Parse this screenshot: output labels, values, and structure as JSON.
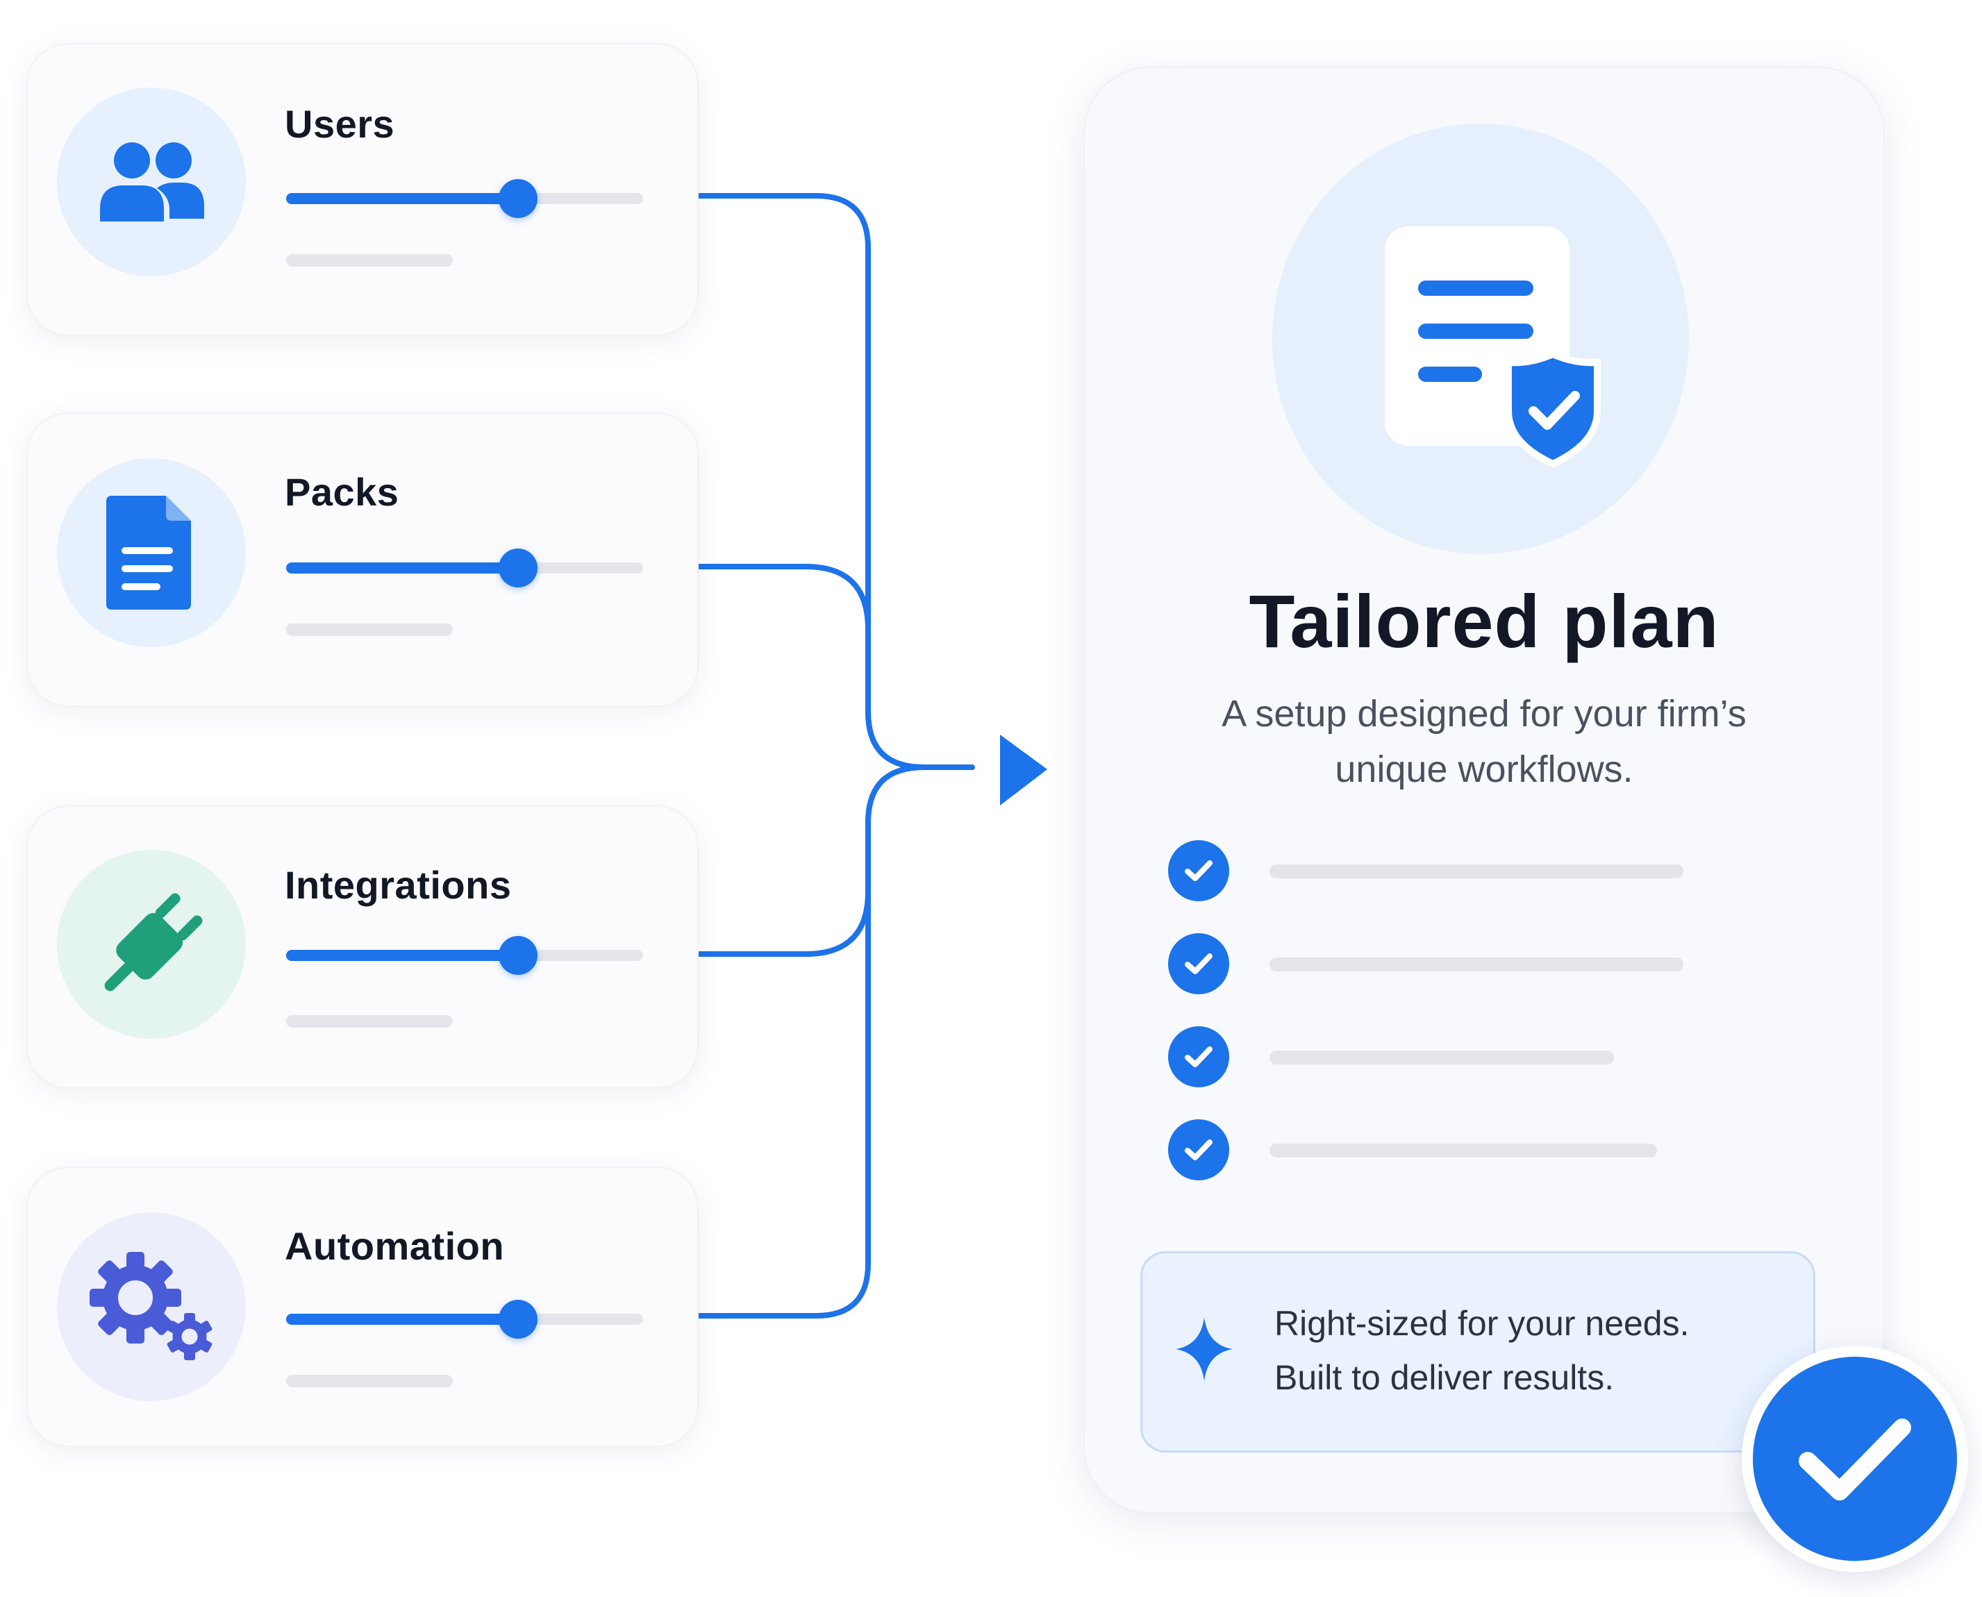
{
  "colors": {
    "accent": "#1c73ea",
    "integration_icon": "#20a07a",
    "automation_icon": "#4a5bd8",
    "title": "#121826",
    "track": "#e4e6eb"
  },
  "inputs": [
    {
      "label": "Users",
      "icon": "users-icon",
      "slider_level": 0.65
    },
    {
      "label": "Packs",
      "icon": "document-icon",
      "slider_level": 0.65
    },
    {
      "label": "Integrations",
      "icon": "plug-icon",
      "slider_level": 0.65
    },
    {
      "label": "Automation",
      "icon": "gears-icon",
      "slider_level": 0.65
    }
  ],
  "plan": {
    "icon": "document-shield-icon",
    "title": "Tailored plan",
    "description_line1": "A  setup designed for your firm’s",
    "description_line2": "unique workflows.",
    "checklist_count": 4,
    "callout": {
      "icon": "sparkle-icon",
      "line1": "Right-sized for your needs.",
      "line2": "Built to deliver results."
    },
    "badge_icon": "check-badge-icon"
  }
}
